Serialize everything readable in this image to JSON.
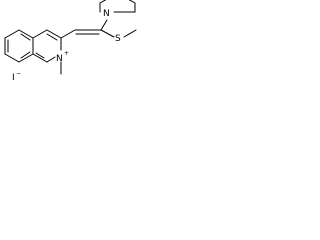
{
  "molecule": {
    "atoms": {
      "ring_nitrogen": "N",
      "ring_nitrogen_charge": "+",
      "methyl": "",
      "piperidine_nitrogen": "N",
      "sulfur": "S",
      "iodide": "I",
      "iodide_charge": "−"
    }
  },
  "colors": {
    "bond": "#000000",
    "label": "#000000",
    "background": "#ffffff"
  }
}
